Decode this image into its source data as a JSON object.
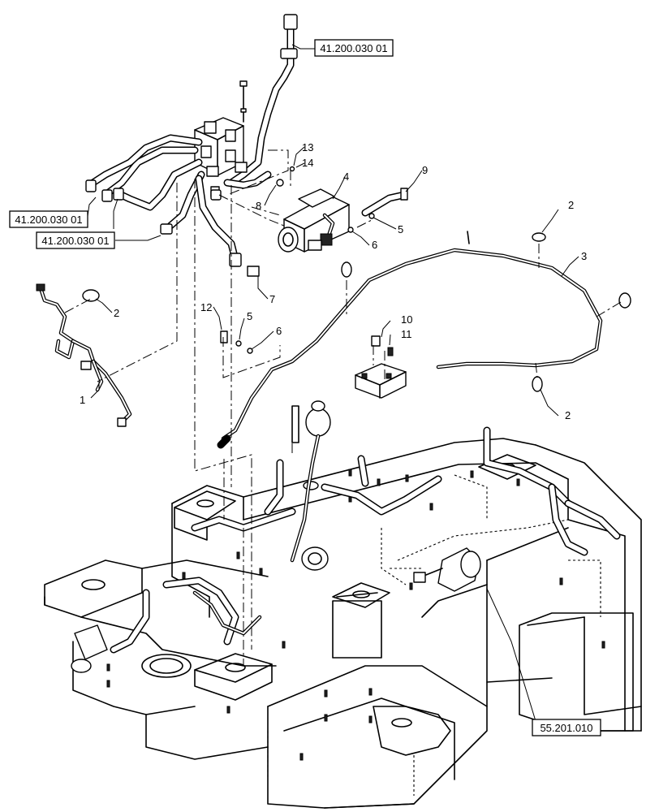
{
  "references": {
    "top": "41.200.030 01",
    "left_a": "41.200.030 01",
    "left_b": "41.200.030 01",
    "bottom": "55.201.010"
  },
  "callouts": {
    "c1": "1",
    "c2a": "2",
    "c2b": "2",
    "c2c": "2",
    "c3": "3",
    "c4": "4",
    "c5a": "5",
    "c5b": "5",
    "c6a": "6",
    "c6b": "6",
    "c7": "7",
    "c8": "8",
    "c9": "9",
    "c10": "10",
    "c11": "11",
    "c12": "12",
    "c13": "13",
    "c14": "14"
  }
}
